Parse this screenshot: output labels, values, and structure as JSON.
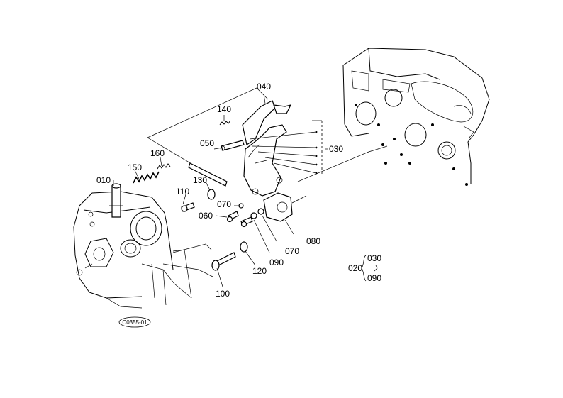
{
  "diagram": {
    "labels": {
      "p010": "010",
      "p020": "020",
      "p030": "030",
      "p030b": "030",
      "p040": "040",
      "p050": "050",
      "p060": "060",
      "p070a": "070",
      "p070b": "070",
      "p080": "080",
      "p090": "090",
      "p090b": "090",
      "p100": "100",
      "p110": "110",
      "p120": "120",
      "p130": "130",
      "p140": "140",
      "p150": "150",
      "p160": "160",
      "range_sep": "{"
    },
    "figure_code": "C0355-01"
  }
}
